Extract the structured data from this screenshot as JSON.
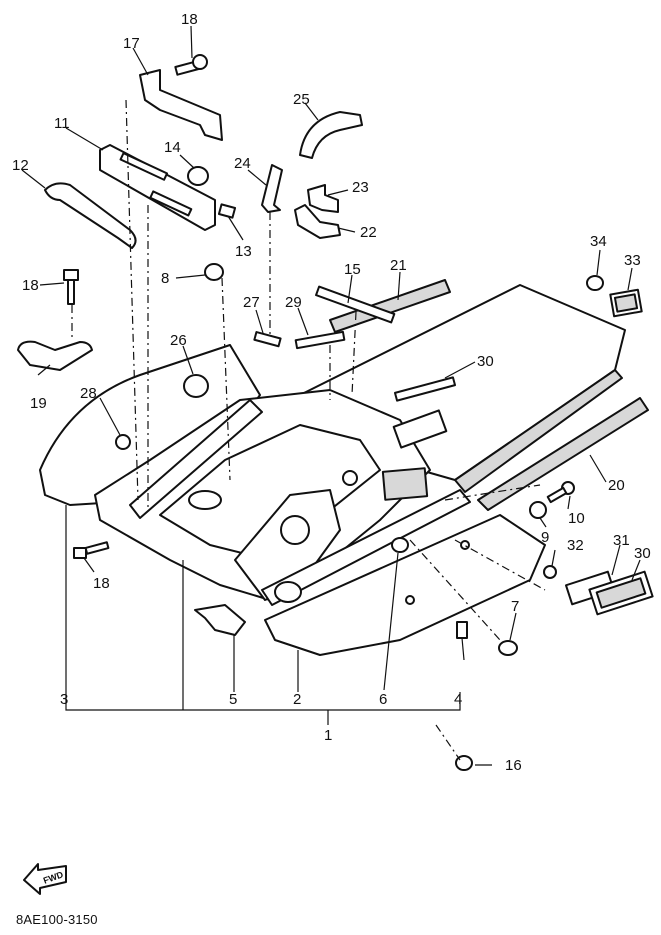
{
  "callouts": [
    {
      "id": "c18a",
      "text": "18"
    },
    {
      "id": "c17",
      "text": "17"
    },
    {
      "id": "c25",
      "text": "25"
    },
    {
      "id": "c11",
      "text": "11"
    },
    {
      "id": "c14",
      "text": "14"
    },
    {
      "id": "c24",
      "text": "24"
    },
    {
      "id": "c23",
      "text": "23"
    },
    {
      "id": "c12",
      "text": "12"
    },
    {
      "id": "c13",
      "text": "13"
    },
    {
      "id": "c22",
      "text": "22"
    },
    {
      "id": "c34",
      "text": "34"
    },
    {
      "id": "c33",
      "text": "33"
    },
    {
      "id": "c8",
      "text": "8"
    },
    {
      "id": "c15",
      "text": "15"
    },
    {
      "id": "c21",
      "text": "21"
    },
    {
      "id": "c18b",
      "text": "18"
    },
    {
      "id": "c27",
      "text": "27"
    },
    {
      "id": "c29",
      "text": "29"
    },
    {
      "id": "c26",
      "text": "26"
    },
    {
      "id": "c30a",
      "text": "30"
    },
    {
      "id": "c19",
      "text": "19"
    },
    {
      "id": "c28",
      "text": "28"
    },
    {
      "id": "c20",
      "text": "20"
    },
    {
      "id": "c10",
      "text": "10"
    },
    {
      "id": "c9",
      "text": "9"
    },
    {
      "id": "c32",
      "text": "32"
    },
    {
      "id": "c31",
      "text": "31"
    },
    {
      "id": "c30b",
      "text": "30"
    },
    {
      "id": "c18c",
      "text": "18"
    },
    {
      "id": "c7",
      "text": "7"
    },
    {
      "id": "c3",
      "text": "3"
    },
    {
      "id": "c5",
      "text": "5"
    },
    {
      "id": "c2",
      "text": "2"
    },
    {
      "id": "c6",
      "text": "6"
    },
    {
      "id": "c4",
      "text": "4"
    },
    {
      "id": "c1",
      "text": "1"
    },
    {
      "id": "c16",
      "text": "16"
    }
  ],
  "fwd_label": "FWD",
  "diagram_code": "8AE100-3150"
}
